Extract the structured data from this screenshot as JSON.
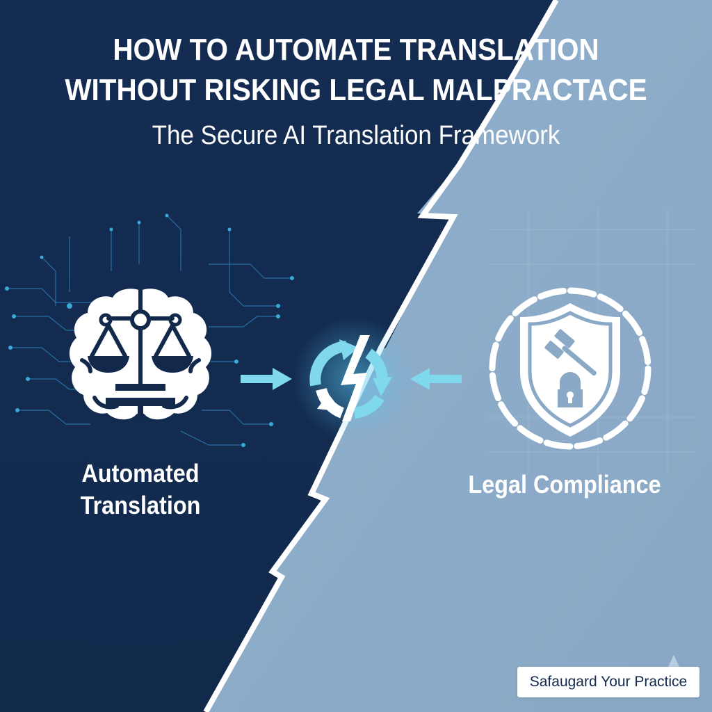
{
  "header": {
    "title_line1": "HOW TO AUTOMATE TRANSLATION",
    "title_line2": "WITHOUT RISKING LEGAL MALPRACTACE",
    "subtitle": "The Secure AI Translation Framework"
  },
  "left_panel": {
    "icon": "brain-with-scales-icon",
    "label_line1": "Automated",
    "label_line2": "Translation"
  },
  "center": {
    "icon": "sync-cycle-arrows-icon",
    "left_arrow": "arrow-right-icon",
    "right_arrow": "arrow-left-icon"
  },
  "right_panel": {
    "icon": "shield-gavel-lock-chain-icon",
    "label": "Legal Compliance"
  },
  "footer": {
    "badge_label": "Safaugard Your Practice"
  },
  "colors": {
    "dark_navy": "#13294b",
    "light_steel_blue": "#8aa9c6",
    "accent_cyan": "#7fd8ec",
    "white": "#ffffff"
  }
}
